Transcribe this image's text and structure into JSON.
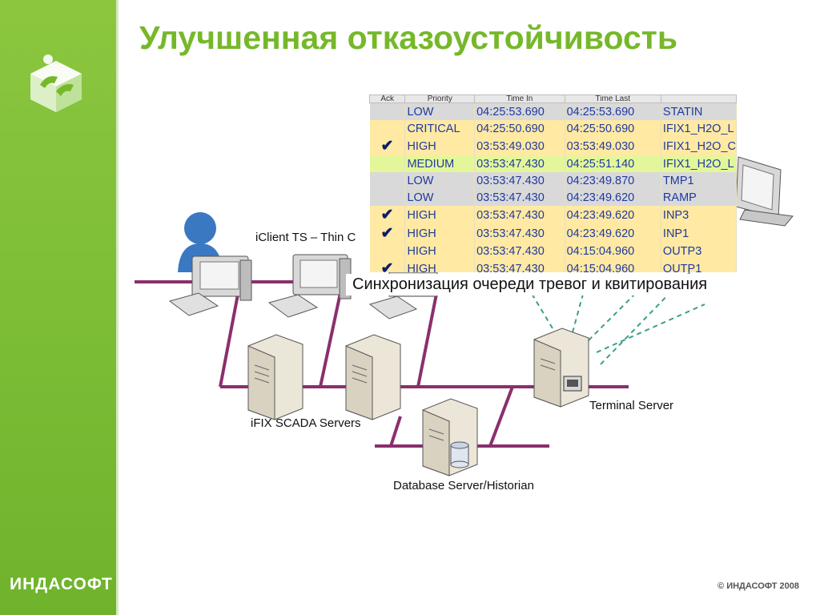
{
  "slide": {
    "title": "Улучшенная отказоустойчивость",
    "brand": "ИНДАСОФТ",
    "copyright": "© ИНДАСОФТ 2008"
  },
  "diagram": {
    "labels": {
      "iclient": "iClient TS – Thin C",
      "scada": "iFIX SCADA Servers",
      "terminal": "Terminal Server",
      "database": "Database Server/Historian"
    },
    "caption": "Синхронизация очереди тревог и квитирования"
  },
  "alarm_table": {
    "columns": [
      "Ack",
      "Priority",
      "Time In",
      "Time Last",
      ""
    ],
    "rows": [
      {
        "ack": "",
        "priority": "LOW",
        "time_in": "04:25:53.690",
        "time_last": "04:25:53.690",
        "tag": "STATIN",
        "color": "grey"
      },
      {
        "ack": "",
        "priority": "CRITICAL",
        "time_in": "04:25:50.690",
        "time_last": "04:25:50.690",
        "tag": "IFIX1_H2O_L",
        "color": "yellow"
      },
      {
        "ack": "✔",
        "priority": "HIGH",
        "time_in": "03:53:49.030",
        "time_last": "03:53:49.030",
        "tag": "IFIX1_H2O_C",
        "color": "yellow"
      },
      {
        "ack": "",
        "priority": "MEDIUM",
        "time_in": "03:53:47.430",
        "time_last": "04:25:51.140",
        "tag": "IFIX1_H2O_L",
        "color": "green"
      },
      {
        "ack": "",
        "priority": "LOW",
        "time_in": "03:53:47.430",
        "time_last": "04:23:49.870",
        "tag": "TMP1",
        "color": "grey"
      },
      {
        "ack": "",
        "priority": "LOW",
        "time_in": "03:53:47.430",
        "time_last": "04:23:49.620",
        "tag": "RAMP",
        "color": "grey"
      },
      {
        "ack": "✔",
        "priority": "HIGH",
        "time_in": "03:53:47.430",
        "time_last": "04:23:49.620",
        "tag": "INP3",
        "color": "yellow"
      },
      {
        "ack": "✔",
        "priority": "HIGH",
        "time_in": "03:53:47.430",
        "time_last": "04:23:49.620",
        "tag": "INP1",
        "color": "yellow"
      },
      {
        "ack": "",
        "priority": "HIGH",
        "time_in": "03:53:47.430",
        "time_last": "04:15:04.960",
        "tag": "OUTP3",
        "color": "yellow"
      },
      {
        "ack": "✔",
        "priority": "HIGH",
        "time_in": "03:53:47.430",
        "time_last": "04:15:04.960",
        "tag": "OUTP1",
        "color": "yellow"
      }
    ]
  },
  "colors": {
    "brand_green": "#76b82a",
    "network_line": "#8a2f6e",
    "link_dashed": "#3aa08a"
  }
}
